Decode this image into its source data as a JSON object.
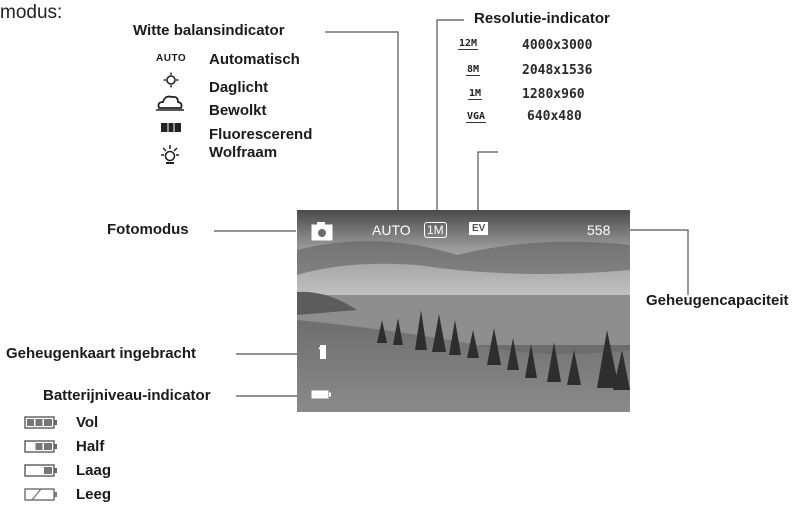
{
  "header_fragment": "modus:",
  "white_balance": {
    "title": "Witte balansindicator",
    "items": [
      {
        "icon": "auto-wb-icon",
        "icon_text": "AUTO",
        "label": "Automatisch"
      },
      {
        "icon": "daylight-icon",
        "label": "Daglicht"
      },
      {
        "icon": "cloudy-icon",
        "label": "Bewolkt"
      },
      {
        "icon": "fluorescent-icon",
        "label": "Fluorescerend"
      },
      {
        "icon": "tungsten-icon",
        "label": "Wolfraam"
      }
    ]
  },
  "resolution": {
    "title": "Resolutie-indicator",
    "items": [
      {
        "icon_text": "12M",
        "value": "4000x3000"
      },
      {
        "icon_text": "8M",
        "value": "2048x1536"
      },
      {
        "icon_text": "1M",
        "value": "1280x960"
      },
      {
        "icon_text": "VGA",
        "value": "640x480"
      }
    ]
  },
  "callouts": {
    "photo_mode": "Fotomodus",
    "memory_capacity": "Geheugencapaciteit",
    "card_inserted": "Geheugenkaart ingebracht",
    "battery": "Batterijniveau-indicator"
  },
  "battery_levels": [
    {
      "label": "Vol",
      "level": 1.0
    },
    {
      "label": "Half",
      "level": 0.5
    },
    {
      "label": "Laag",
      "level": 0.2
    },
    {
      "label": "Leeg",
      "level": 0.0
    }
  ],
  "screen": {
    "wb": "AUTO",
    "res": "1M",
    "ev_icon": "EV",
    "count": "558"
  },
  "colors": {
    "line": "#555555",
    "text": "#1b1b1b"
  }
}
